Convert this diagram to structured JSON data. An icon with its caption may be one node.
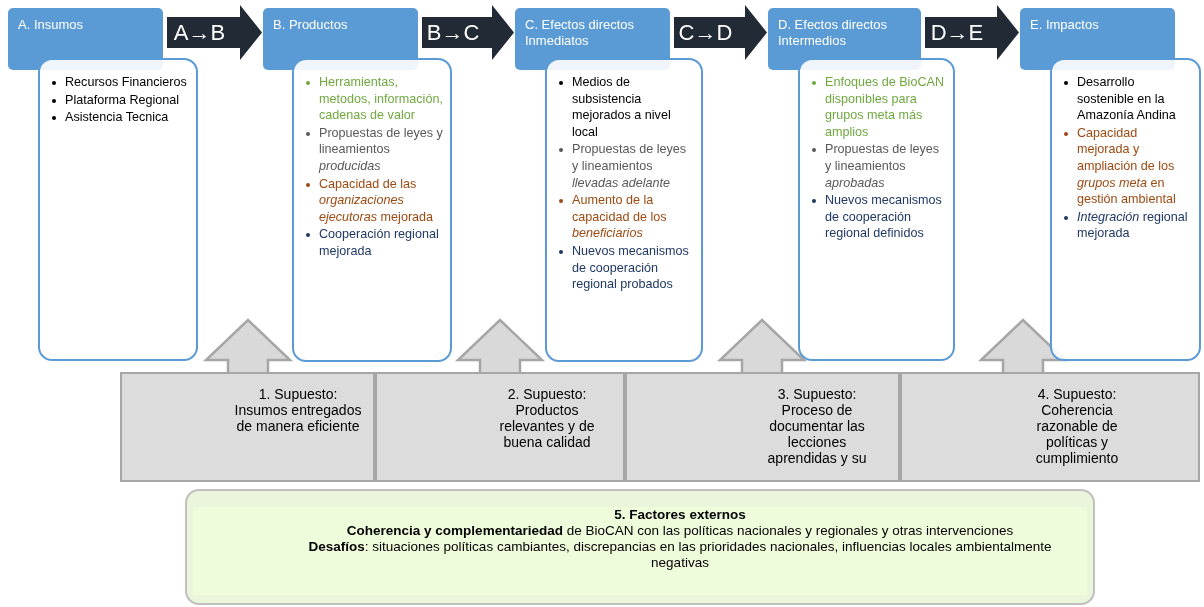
{
  "diagram": {
    "nodes": [
      {
        "text": [
          "A. Insumos"
        ]
      },
      {
        "text": [
          "Recursos Financieros",
          "Plataforma Regional",
          "Asistencia Tecnica"
        ]
      },
      {
        "text": [
          "B. Productos"
        ]
      },
      {
        "text": [
          "Herramientas, metodos, información, cadenas de valor",
          "Propuestas de leyes y lineamientos *producidas*",
          "Capacidad de las *organizaciones ejecutoras* mejorada",
          "Cooperación regional mejorada"
        ]
      },
      {
        "text": [
          "C. Efectos directos Inmediatos"
        ]
      },
      {
        "text": [
          "Medios de subsistencia mejorados a nivel local",
          "Propuestas de leyes y lineamientos *llevadas adelante*",
          "Aumento de la capacidad de los *beneficiarios*",
          "Nuevos mecanismos de cooperación regional probados"
        ]
      },
      {
        "text": [
          "D. Efectos directos Intermedios"
        ]
      },
      {
        "text": [
          "Enfoques de BioCAN disponibles para grupos meta más amplios",
          "Propuestas de leyes y lineamientos *aprobadas*",
          "Nuevos mecanismos de cooperación regional definidos"
        ]
      },
      {
        "text": [
          "E. Impactos"
        ]
      },
      {
        "text": [
          "Desarrollo sostenible en la Amazonía Andina",
          "Capacidad mejorada y ampliación de los *grupos meta* en gestión ambiental",
          "*Integración* regional mejorada"
        ]
      },
      {
        "text": [
          "1. Supuesto:",
          "Insumos entregados de manera eficiente"
        ]
      },
      {
        "text": [
          "2. Supuesto:",
          "Productos relevantes y de buena calidad"
        ]
      },
      {
        "text": [
          "3. Supuesto:",
          "Proceso de documentar las lecciones aprendidas y su"
        ]
      },
      {
        "text": [
          "4. Supuesto:",
          "Coherencia razonable de políticas y cumplimiento"
        ]
      },
      {
        "text": [
          "5. Factores externos",
          "**Coherencia y complementariedad** de BioCAN con las políticas nacionales y regionales y otras intervenciones",
          "**Desafíos**: situaciones políticas cambiantes, discrepancias en las prioridades nacionales, influencias locales ambientalmente negativas"
        ]
      }
    ],
    "edges": [
      {
        "from": 0,
        "to": 2,
        "arrow": "to",
        "label": "A→B",
        "style": "thick",
        "color": "#222a35"
      },
      {
        "from": 2,
        "to": 4,
        "arrow": "to",
        "label": "B→C",
        "style": "thick",
        "color": "#222a35"
      },
      {
        "from": 4,
        "to": 6,
        "arrow": "to",
        "label": "C→D",
        "style": "thick",
        "color": "#222a35"
      },
      {
        "from": 6,
        "to": 8,
        "arrow": "to",
        "label": "D→E",
        "style": "thick",
        "color": "#222a35"
      },
      {
        "from": 10,
        "to": null,
        "arrow": "to",
        "style": "thick",
        "color": "#d9d9d9"
      },
      {
        "from": 11,
        "to": null,
        "arrow": "to",
        "style": "thick",
        "color": "#d9d9d9"
      },
      {
        "from": 12,
        "to": null,
        "arrow": "to",
        "style": "thick",
        "color": "#d9d9d9"
      },
      {
        "from": 13,
        "to": null,
        "arrow": "to",
        "style": "thick",
        "color": "#d9d9d9"
      }
    ]
  }
}
